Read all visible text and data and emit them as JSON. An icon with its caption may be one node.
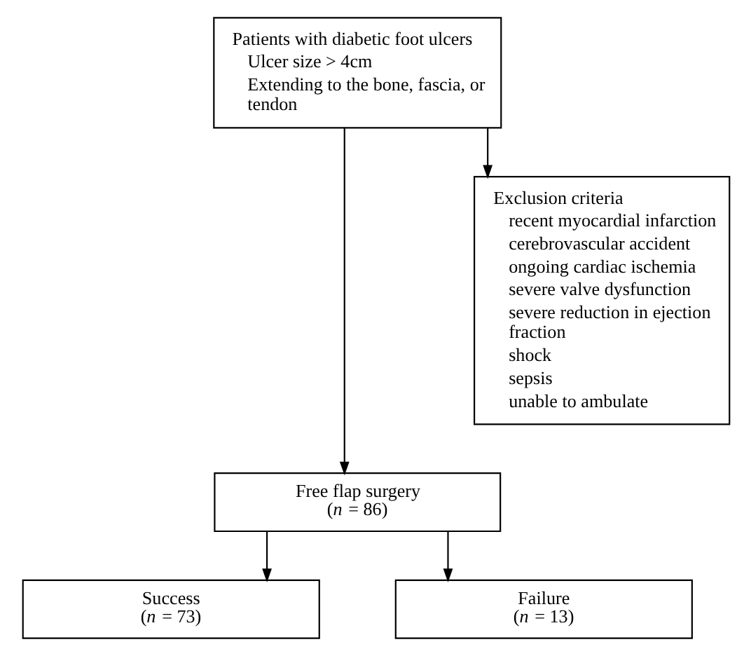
{
  "diagram": {
    "nodes": [
      {
        "text": [
          "Patients with diabetic foot ulcers",
          "Ulcer size > 4cm",
          "Extending to the bone, fascia, or tendon"
        ]
      },
      {
        "text": [
          "Exclusion criteria",
          "recent myocardial infarction",
          "cerebrovascular accident",
          "ongoing cardiac ischemia",
          "severe valve dysfunction",
          "severe reduction in ejection fraction",
          "shock",
          "sepsis",
          "unable to ambulate"
        ]
      },
      {
        "text": [
          "Free flap surgery",
          "(*n* = 86)"
        ]
      },
      {
        "text": [
          "Success",
          "(*n* = 73)"
        ]
      },
      {
        "text": [
          "Failure",
          "(*n* = 13)"
        ]
      }
    ],
    "edges": [
      {
        "from": 0,
        "to": 2,
        "arrow": "to"
      },
      {
        "from": 0,
        "to": 1,
        "arrow": "to"
      },
      {
        "from": 2,
        "to": 3,
        "arrow": "to"
      },
      {
        "from": 2,
        "to": 4,
        "arrow": "to"
      }
    ]
  }
}
